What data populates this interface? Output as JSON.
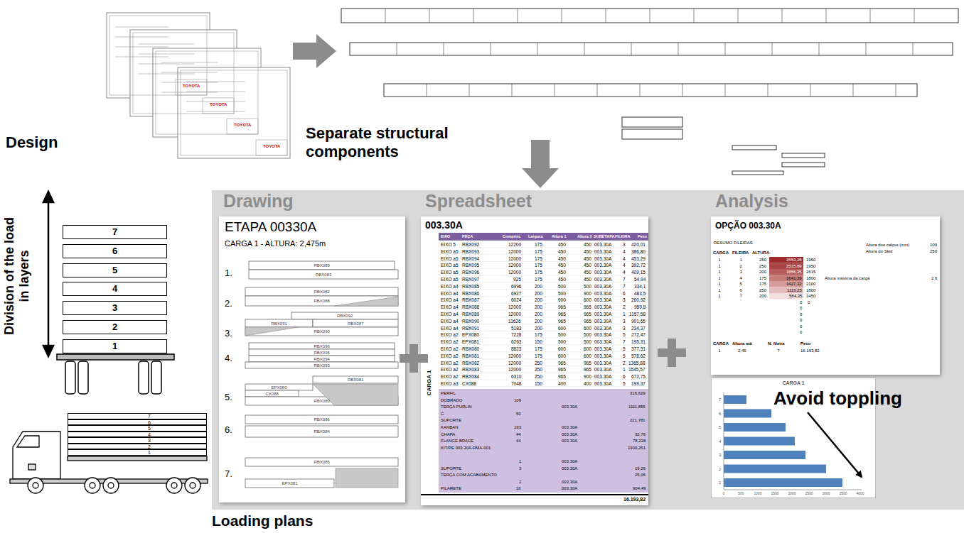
{
  "diagram": {
    "nodes": [
      {
        "text": [
          "Design"
        ]
      },
      {
        "text": [
          "Separate structural components"
        ]
      },
      {
        "text": [
          "Loading plans"
        ]
      },
      {
        "text": [
          "Drawing",
          "ETAPA 00330A",
          "CARGA 1 - ALTURA: 2,475m"
        ],
        "in": 2
      },
      {
        "text": [
          "Spreadsheet",
          "003.30A"
        ],
        "in": 2
      },
      {
        "text": [
          "Analysis",
          "OPÇÃO 003.30A"
        ],
        "in": 2
      },
      {
        "text": [
          "CARGA 1"
        ],
        "in": 2
      },
      {
        "text": [
          "7"
        ]
      },
      {
        "text": [
          "6"
        ]
      },
      {
        "text": [
          "5"
        ]
      },
      {
        "text": [
          "4"
        ]
      },
      {
        "text": [
          "3"
        ]
      },
      {
        "text": [
          "2"
        ]
      },
      {
        "text": [
          "1"
        ]
      },
      {
        "text": [
          "7"
        ]
      },
      {
        "text": [
          "6"
        ]
      },
      {
        "text": [
          "5"
        ]
      },
      {
        "text": [
          "4"
        ]
      },
      {
        "text": [
          "3"
        ]
      },
      {
        "text": [
          "2"
        ]
      },
      {
        "text": [
          "1"
        ]
      }
    ],
    "edges": [
      {
        "from": 0,
        "to": 1,
        "arrow": "to"
      },
      {
        "from": 1,
        "to": 2,
        "arrow": "to"
      }
    ],
    "labels": [
      "Division of the load in layers",
      "TOYOTA",
      "TOYOTA",
      "TOYOTA",
      "TOYOTA",
      "1.",
      "2.",
      "3.",
      "4.",
      "5.",
      "6.",
      "7.",
      "RBX089",
      "RBX083",
      "RBX082",
      "RBX088",
      "RBX092",
      "RBX091",
      "RBX087",
      "RBX090",
      "RBX096",
      "RBX095",
      "RBX094",
      "RBX093",
      "RBX081",
      "EPX080",
      "CX088",
      "RBX080",
      "RBX086",
      "RBX084",
      "RBX085",
      "EPX081",
      "CARGA 1",
      "EIXO",
      "PEÇA",
      "Comprim.",
      "Largura",
      "Altura 1",
      "Altura 2",
      "SUBETAPA",
      "FILEIRA",
      "Peso",
      "EIXO 5",
      "RBX092",
      "12200",
      "175",
      "450",
      "450",
      "003.30A",
      "3",
      "420,01",
      "EIXO a5",
      "RBX093",
      "12000",
      "175",
      "450",
      "450",
      "003.30A",
      "4",
      "386,80",
      "EIXO a5",
      "RBX094",
      "12000",
      "175",
      "450",
      "450",
      "003.30A",
      "4",
      "453,29",
      "EIXO a5",
      "RBX095",
      "12000",
      "175",
      "450",
      "450",
      "003.30A",
      "4",
      "392,72",
      "EIXO a5",
      "RBX096",
      "12000",
      "175",
      "450",
      "450",
      "003.30A",
      "4",
      "409,15",
      "EIXO a5",
      "RBX097",
      "925",
      "175",
      "450",
      "450",
      "003.30A",
      "7",
      "54,94",
      "EIXO a4",
      "RBX085",
      "6996",
      "200",
      "500",
      "500",
      "003.30A",
      "7",
      "334,1",
      "EIXO a4",
      "RBX086",
      "6927",
      "200",
      "500",
      "900",
      "003.30A",
      "6",
      "483,5",
      "EIXO a4",
      "RBX087",
      "6024",
      "200",
      "600",
      "600",
      "003.30A",
      "3",
      "260,92",
      "EIXO a4",
      "RBX088",
      "12000",
      "200",
      "965",
      "965",
      "003.30A",
      "2",
      "959,8",
      "EIXO a4",
      "RBX089",
      "12000",
      "200",
      "965",
      "965",
      "003.30A",
      "1",
      "1157,58",
      "EIXO a4",
      "RBX090",
      "11626",
      "200",
      "965",
      "965",
      "003.30A",
      "3",
      "901,65",
      "EIXO a4",
      "RBX091",
      "5183",
      "200",
      "600",
      "600",
      "003.30A",
      "3",
      "234,37",
      "EIXO a2",
      "EPX080",
      "7228",
      "175",
      "500",
      "500",
      "003.30A",
      "5",
      "272,47",
      "EIXO a2",
      "EPX081",
      "6263",
      "150",
      "500",
      "500",
      "003.30A",
      "7",
      "195,31",
      "EIXO a2",
      "RBX080",
      "8823",
      "175",
      "600",
      "600",
      "003.30A",
      "5",
      "377,31",
      "EIXO a2",
      "RBX081",
      "12000",
      "175",
      "600",
      "600",
      "003.30A",
      "5",
      "578,62",
      "EIXO a2",
      "RBX082",
      "12000",
      "250",
      "965",
      "965",
      "003.30A",
      "2",
      "1365,88",
      "EIXO a2",
      "RBX083",
      "12000",
      "250",
      "965",
      "965",
      "003.30A",
      "1",
      "1545,57",
      "EIXO a2",
      "RBX084",
      "6310",
      "250",
      "965",
      "900",
      "003.30A",
      "6",
      "672,75",
      "EIXO a3",
      "CX088",
      "7048",
      "150",
      "400",
      "400",
      "003.30A",
      "5",
      "199,37",
      "PERFIL",
      "316,629",
      "DOBRADO",
      "109",
      "TERÇA PURLIN",
      "003.30A",
      "1111,855",
      "C",
      "50",
      "SUPORTE",
      "221,781",
      "KANBAN",
      "193",
      "003.30A",
      "CHAPA",
      "44",
      "003.30A",
      "32,76",
      "FLANGE BRACE",
      "44",
      "003.30A",
      "78,228",
      "KIT/PE 003.30A-RMA-001",
      "1900,251",
      "1",
      "003.30A",
      "SUPORTE",
      "3",
      "003.30A",
      "19,26",
      "TERÇA COM ACABAMENTO",
      "25,06",
      "2",
      "003.30A",
      "PILARETE",
      "16",
      "003.30A",
      "904,49",
      "16.193,82",
      "RESUMO FILEIRAS",
      "CARGA",
      "FILEIRA",
      "ALTURA",
      "1",
      "1",
      "250",
      "2553,28",
      "1950",
      "1",
      "2",
      "250",
      "2515,89",
      "1950",
      "1",
      "3",
      "200",
      "1856,35",
      "2615",
      "1",
      "4",
      "175",
      "1641,39",
      "1800",
      "1",
      "5",
      "175",
      "1427,32",
      "2100",
      "1",
      "6",
      "250",
      "1113,25",
      "1800",
      "1",
      "7",
      "200",
      "584,35",
      "1450",
      "0",
      "0",
      "0",
      "0",
      "0",
      "0",
      "0",
      "Altura dos calços (mm)",
      "100",
      "Altura do Skid",
      "250",
      "Altura máxima da carga",
      "2,6",
      "CARGA",
      "Altura má",
      "N. fileira",
      "Peso",
      "1",
      "2,45",
      "7",
      "16.193,82",
      "1",
      "2",
      "3",
      "4",
      "5",
      "6",
      "7",
      "0",
      "500",
      "1000",
      "1500",
      "2000",
      "2500",
      "3000",
      "3500",
      "4000",
      "Avoid toppling"
    ]
  }
}
